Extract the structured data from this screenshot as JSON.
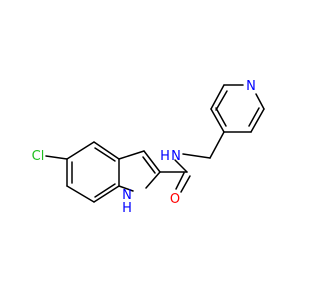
{
  "molecule": {
    "atoms": {
      "chlorine": "Cl",
      "indole_nh": "N",
      "indole_h": "H",
      "oxygen": "O",
      "amide_nh": "N",
      "amide_h": "H",
      "pyridine_n": "N"
    },
    "colors": {
      "bond": "#000000",
      "chlorine": "#1fbf1f",
      "nitrogen": "#0000ff",
      "oxygen": "#ff0000"
    }
  }
}
